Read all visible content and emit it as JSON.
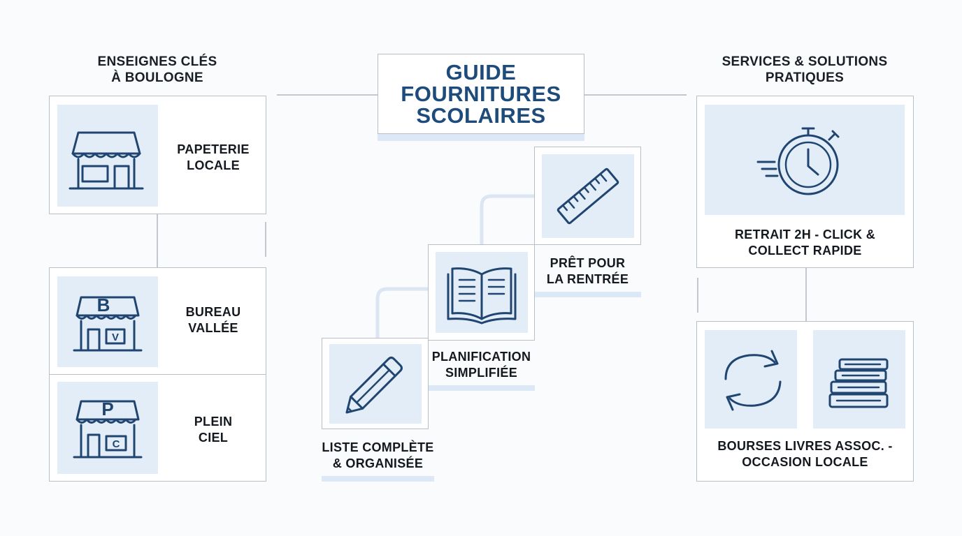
{
  "title": {
    "line1": "GUIDE",
    "line2": "FOURNITURES",
    "line3": "SCOLAIRES"
  },
  "left": {
    "heading_line1": "ENSEIGNES CLÉS",
    "heading_line2": "À BOULOGNE",
    "stores": [
      {
        "name_line1": "PAPETERIE",
        "name_line2": "LOCALE",
        "icon": "storefront-icon"
      },
      {
        "name_line1": "BUREAU",
        "name_line2": "VALLÉE",
        "icon": "storefront-b-icon",
        "sign_letter": "B",
        "window_letter": "V"
      },
      {
        "name_line1": "PLEIN",
        "name_line2": "CIEL",
        "icon": "storefront-p-icon",
        "sign_letter": "P",
        "window_letter": "C"
      }
    ]
  },
  "center": {
    "steps": [
      {
        "label_line1": "LISTE COMPLÈTE",
        "label_line2": "& ORGANISÉE",
        "icon": "pencil-icon"
      },
      {
        "label_line1": "PLANIFICATION",
        "label_line2": "SIMPLIFIÉE",
        "icon": "open-book-icon"
      },
      {
        "label_line1": "PRÊT POUR",
        "label_line2": "LA RENTRÉE",
        "icon": "ruler-icon"
      }
    ]
  },
  "right": {
    "heading_line1": "SERVICES & SOLUTIONS",
    "heading_line2": "PRATIQUES",
    "services": [
      {
        "label_line1": "RETRAIT 2H - CLICK &",
        "label_line2": "COLLECT RAPIDE",
        "icon": "stopwatch-icon"
      },
      {
        "label_line1": "BOURSES LIVRES ASSOC. -",
        "label_line2": "OCCASION LOCALE",
        "icons": [
          "recycle-arrows-icon",
          "book-stack-icon"
        ]
      }
    ]
  },
  "colors": {
    "navy": "#1f4570",
    "title": "#1d4b7c",
    "tile": "#e3edf8",
    "border": "#b9bfc8"
  }
}
